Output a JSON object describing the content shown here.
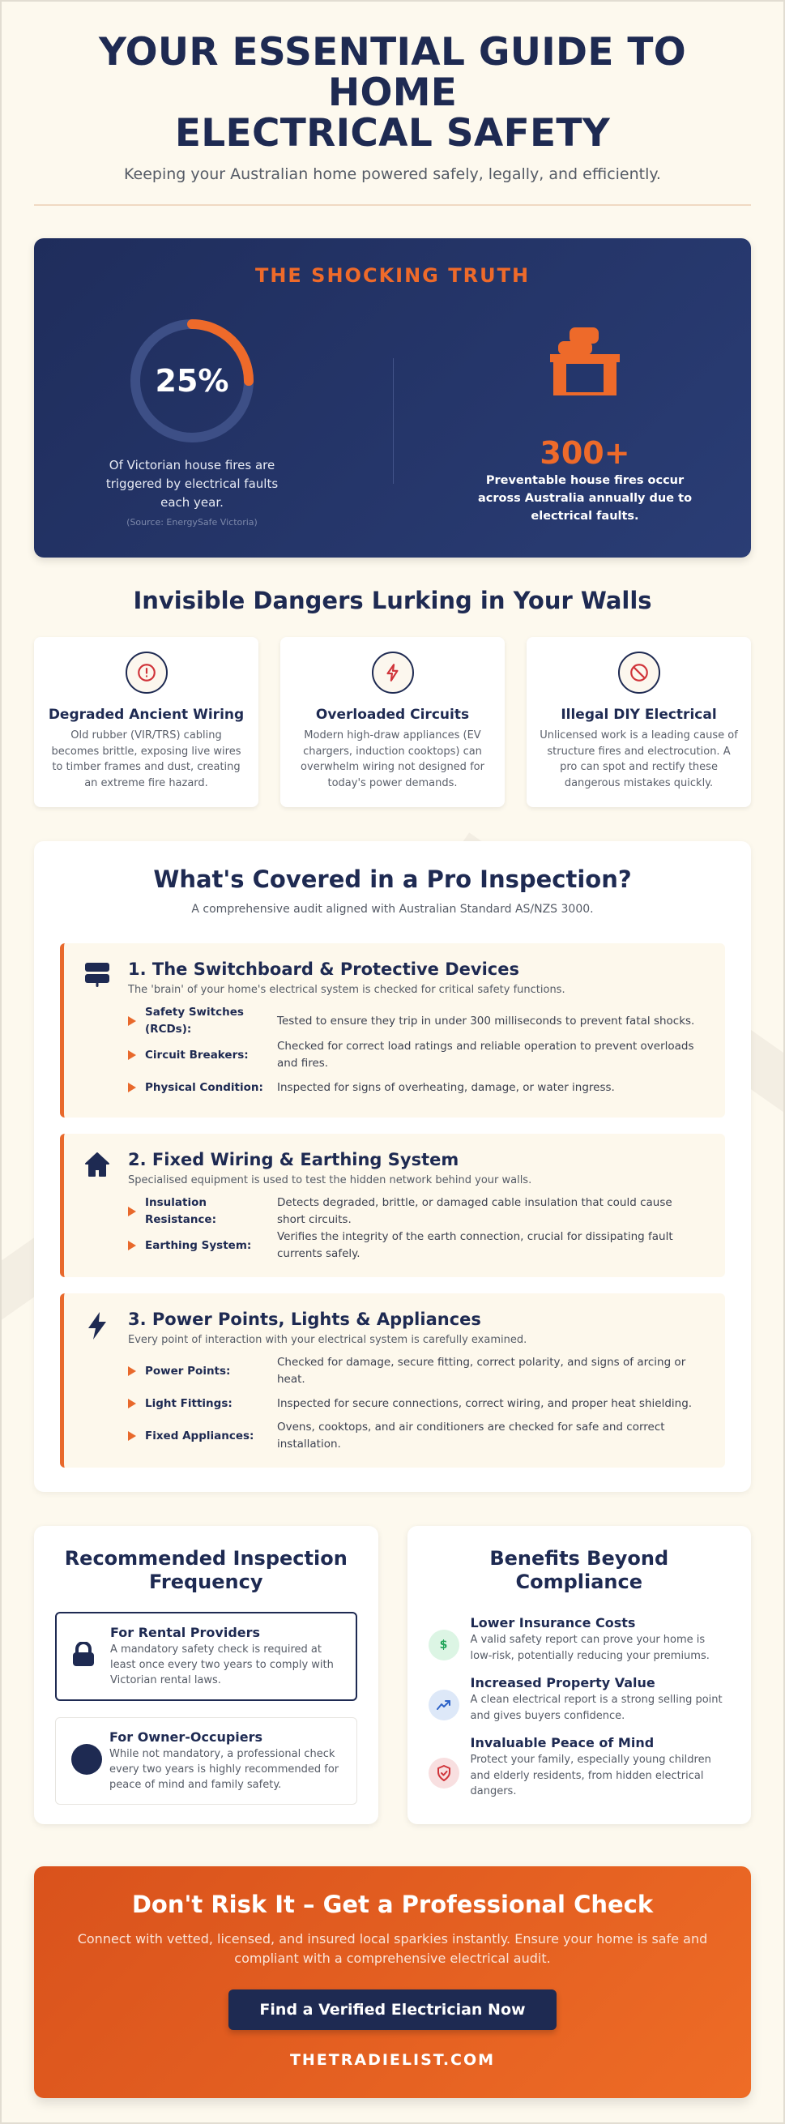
{
  "header": {
    "title_line1": "YOUR ESSENTIAL GUIDE TO HOME",
    "title_line2": "ELECTRICAL SAFETY",
    "subtitle": "Keeping your Australian home powered safely, legally, and efficiently."
  },
  "truth": {
    "title": "THE SHOCKING TRUTH",
    "left": {
      "value": "25%",
      "percent": 25,
      "description": "Of Victorian house fires are triggered by electrical faults each year.",
      "source": "(Source: EnergySafe Victoria)",
      "icon": "progress-ring"
    },
    "right": {
      "icon": "fireplace-icon",
      "value": "300+",
      "description": "Preventable house fires occur across Australia annually due to electrical faults."
    }
  },
  "dangers": {
    "title": "Invisible Dangers Lurking in Your Walls",
    "cards": [
      {
        "icon": "alert-circle-icon",
        "title": "Degraded Ancient Wiring",
        "text": "Old rubber (VIR/TRS) cabling becomes brittle, exposing live wires to timber frames and dust, creating an extreme fire hazard."
      },
      {
        "icon": "lightning-icon",
        "title": "Overloaded Circuits",
        "text": "Modern high-draw appliances (EV chargers, induction cooktops) can overwhelm wiring not designed for today's power demands."
      },
      {
        "icon": "prohibited-icon",
        "title": "Illegal DIY Electrical",
        "text": "Unlicensed work is a leading cause of structure fires and electrocution. A pro can spot and rectify these dangerous mistakes quickly."
      }
    ]
  },
  "coverage": {
    "title": "What's Covered in a Pro Inspection?",
    "subtitle": "A comprehensive audit aligned with Australian Standard AS/NZS 3000.",
    "blocks": [
      {
        "icon": "switchboard-icon",
        "title": "1. The Switchboard & Protective Devices",
        "description": "The 'brain' of your home's electrical system is checked for critical safety functions.",
        "items": [
          {
            "label": "Safety Switches (RCDs):",
            "value": "Tested to ensure they trip in under 300 milliseconds to prevent fatal shocks."
          },
          {
            "label": "Circuit Breakers:",
            "value": "Checked for correct load ratings and reliable operation to prevent overloads and fires."
          },
          {
            "label": "Physical Condition:",
            "value": "Inspected for signs of overheating, damage, or water ingress."
          }
        ]
      },
      {
        "icon": "home-icon",
        "title": "2. Fixed Wiring & Earthing System",
        "description": "Specialised equipment is used to test the hidden network behind your walls.",
        "items": [
          {
            "label": "Insulation Resistance:",
            "value": "Detects degraded, brittle, or damaged cable insulation that could cause short circuits."
          },
          {
            "label": "Earthing System:",
            "value": "Verifies the integrity of the earth connection, crucial for dissipating fault currents safely."
          }
        ]
      },
      {
        "icon": "bolt-icon",
        "title": "3. Power Points, Lights & Appliances",
        "description": "Every point of interaction with your electrical system is carefully examined.",
        "items": [
          {
            "label": "Power Points:",
            "value": "Checked for damage, secure fitting, correct polarity, and signs of arcing or heat."
          },
          {
            "label": "Light Fittings:",
            "value": "Inspected for secure connections, correct wiring, and proper heat shielding."
          },
          {
            "label": "Fixed Appliances:",
            "value": "Ovens, cooktops, and air conditioners are checked for safe and correct installation."
          }
        ]
      }
    ]
  },
  "frequency": {
    "title": "Recommended Inspection Frequency",
    "items": [
      {
        "icon": "lock-icon",
        "title": "For Rental Providers",
        "text": "A mandatory safety check is required at least once every two years to comply with Victorian rental laws."
      },
      {
        "icon": "circle-icon",
        "title": "For Owner-Occupiers",
        "text": "While not mandatory, a professional check every two years is highly recommended for peace of mind and family safety."
      }
    ]
  },
  "benefits": {
    "title": "Benefits Beyond Compliance",
    "items": [
      {
        "icon": "dollar-icon",
        "title": "Lower Insurance Costs",
        "text": "A valid safety report can prove your home is low-risk, potentially reducing your premiums.",
        "color": "#22a55a",
        "bg": "#dcf5e4"
      },
      {
        "icon": "trending-up-icon",
        "title": "Increased Property Value",
        "text": "A clean electrical report is a strong selling point and gives buyers confidence.",
        "color": "#2d63c8",
        "bg": "#dde8f8"
      },
      {
        "icon": "shield-check-icon",
        "title": "Invaluable Peace of Mind",
        "text": "Protect your family, especially young children and elderly residents, from hidden electrical dangers.",
        "color": "#d0343a",
        "bg": "#f8dfe0"
      }
    ]
  },
  "cta": {
    "title": "Don't Risk It – Get a Professional Check",
    "text": "Connect with vetted, licensed, and insured local sparkies instantly. Ensure your home is safe and compliant with a comprehensive electrical audit.",
    "button": "Find a Verified Electrician Now",
    "brand": "THETRADIELIST.COM"
  },
  "colors": {
    "navy": "#1e2a52",
    "orange": "#e8692c",
    "cream": "#fdf9ee",
    "danger_red": "#d0343a"
  }
}
